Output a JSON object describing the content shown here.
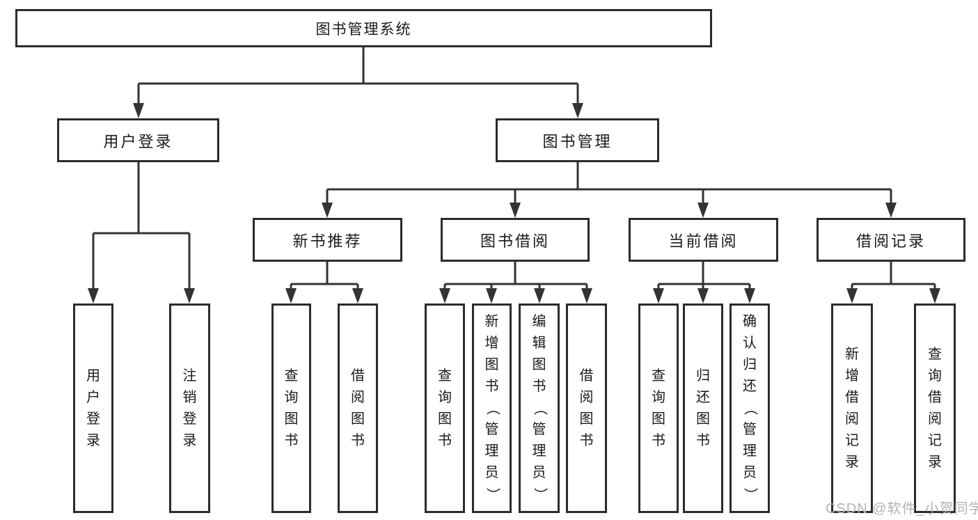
{
  "tree": {
    "root": {
      "label": "图书管理系统"
    },
    "branches": [
      {
        "label": "用户登录",
        "children": [
          "用户登录",
          "注销登录"
        ]
      },
      {
        "label": "图书管理",
        "groups": [
          {
            "label": "新书推荐",
            "children": [
              "查询图书",
              "借阅图书"
            ]
          },
          {
            "label": "图书借阅",
            "children": [
              "查询图书",
              "新增图书（管理员）",
              "编辑图书（管理员）",
              "借阅图书"
            ]
          },
          {
            "label": "当前借阅",
            "children": [
              "查询图书",
              "归还图书",
              "确认归还（管理员）"
            ]
          },
          {
            "label": "借阅记录",
            "children": [
              "新增借阅记录",
              "查询借阅记录"
            ]
          }
        ]
      }
    ]
  },
  "watermark": {
    "text": "CSDN @软件_小贺同学"
  },
  "colors": {
    "line": "#333333",
    "box_border": "#2b2b2b",
    "text": "#1a1a1a",
    "watermark": "#b3b3b3",
    "background": "#ffffff"
  }
}
